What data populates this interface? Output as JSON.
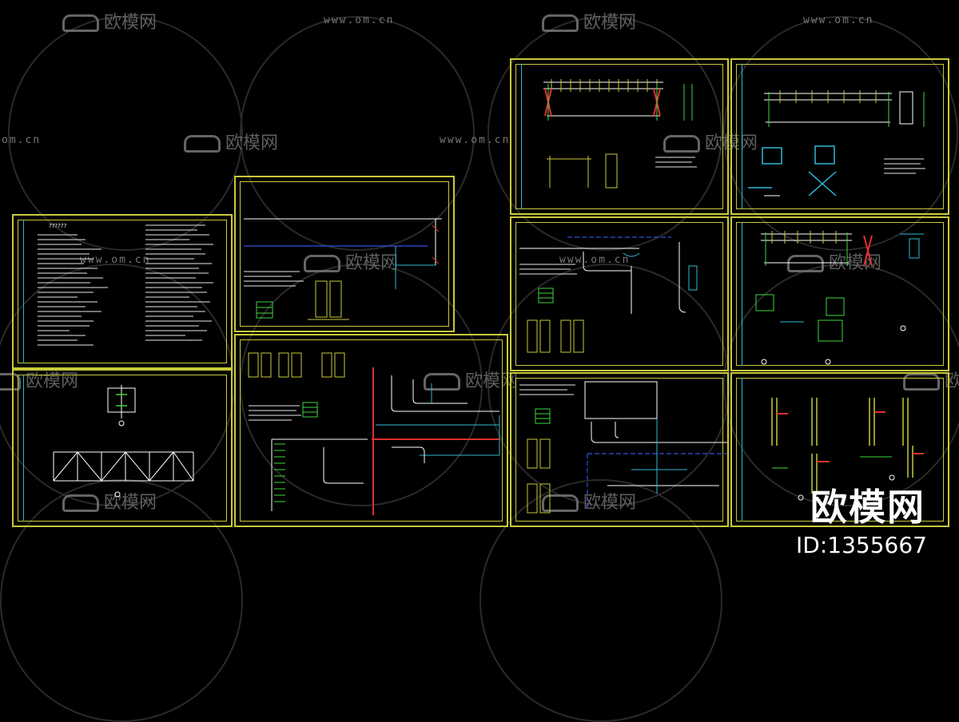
{
  "watermark": {
    "brand_text": "欧模网",
    "url_text": "www.om.cn",
    "url_partial": "om.cn"
  },
  "corner_brand": {
    "name": "欧模网",
    "id_text": "ID:1355667"
  },
  "sheets": [
    {
      "name": "notes-sheet",
      "label_text": "??????"
    },
    {
      "name": "truss-sheet"
    },
    {
      "name": "section-a-sheet"
    },
    {
      "name": "section-b-sheet"
    },
    {
      "name": "elevation-sheet"
    },
    {
      "name": "plan-sheet"
    },
    {
      "name": "detail-sheet-1"
    },
    {
      "name": "detail-sheet-2"
    },
    {
      "name": "detail-sheet-3"
    },
    {
      "name": "detail-sheet-4"
    }
  ],
  "colors": {
    "frame": "#c9c93a",
    "cyan": "#2fb7d6",
    "green": "#3fd63f",
    "red": "#e03030",
    "blue": "#3050e0",
    "white": "#ffffff",
    "magenta": "#d040d0"
  }
}
